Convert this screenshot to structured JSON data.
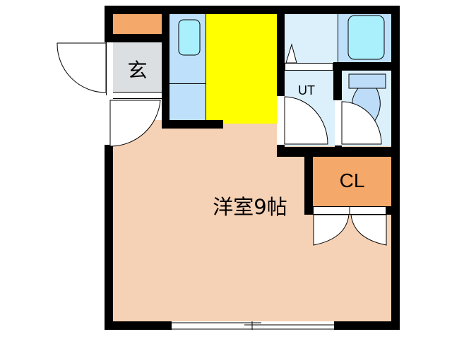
{
  "floorplan": {
    "title": "1R floor plan",
    "colors": {
      "wall": "#000000",
      "main_room": "#f5d1b5",
      "yellow_area": "#ffff00",
      "entrance": "#dcdfe2",
      "shelf": "#f4a86a",
      "closet": "#f4a86a",
      "wet_area": "#dcf0fc",
      "bath_panel": "#bfe0fb",
      "tub": "#aaf0fc",
      "toilet": "#bcdcf8",
      "door": "#ffffff"
    },
    "rooms": {
      "entrance": {
        "label": "玄"
      },
      "utility": {
        "label": "UT"
      },
      "closet": {
        "label": "CL"
      },
      "main_room": {
        "label": "洋室9帖"
      }
    }
  }
}
